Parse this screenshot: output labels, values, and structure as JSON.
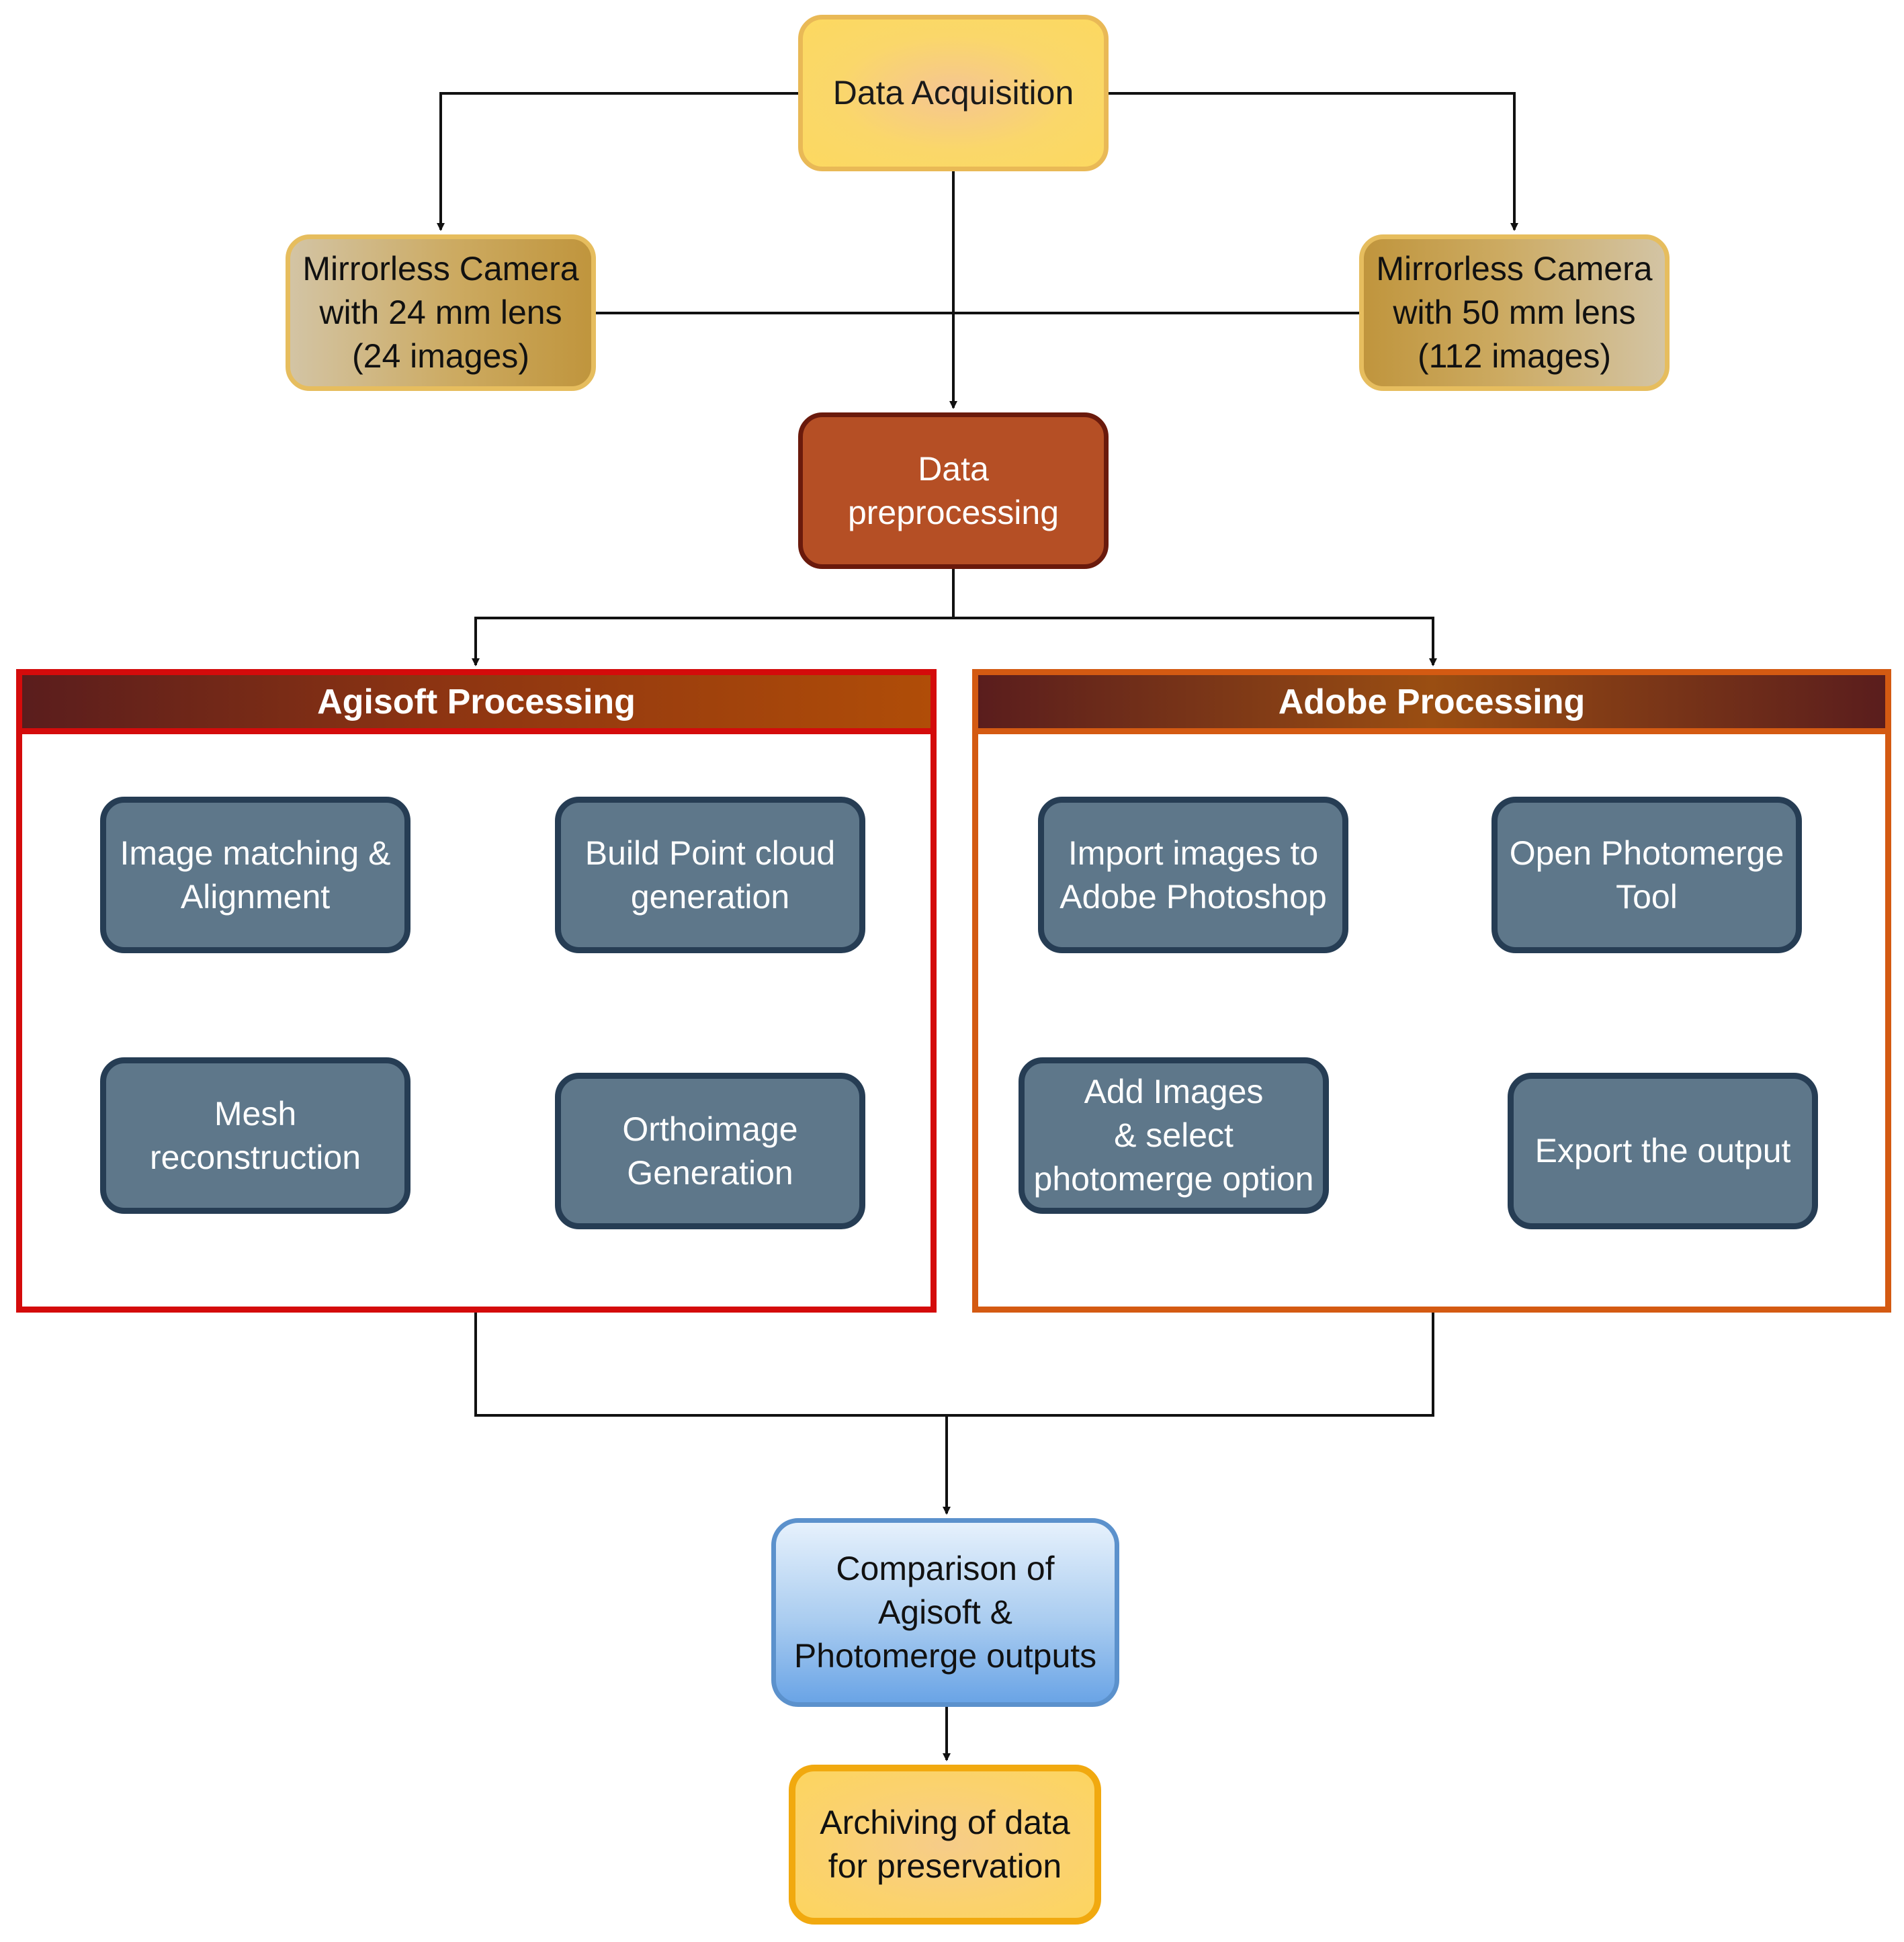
{
  "nodes": {
    "data_acquisition": "Data Acquisition",
    "camera_24": "Mirrorless Camera\nwith 24 mm lens\n(24 images)",
    "camera_50": "Mirrorless Camera\nwith 50 mm lens\n(112 images)",
    "data_preprocessing": "Data\npreprocessing",
    "comparison": "Comparison of\nAgisoft &\nPhotomerge outputs",
    "archiving": "Archiving of data\nfor preservation"
  },
  "agisoft": {
    "title": "Agisoft Processing",
    "steps": [
      "Image matching &\nAlignment",
      "Build Point cloud\ngeneration",
      "Mesh\nreconstruction",
      "Orthoimage\nGeneration"
    ]
  },
  "adobe": {
    "title": "Adobe Processing",
    "steps": [
      "Import images to\nAdobe Photoshop",
      "Open Photomerge\nTool",
      "Add Images\n& select\nphotomerge option",
      "Export the output"
    ]
  },
  "colors": {
    "connector": "#111111",
    "agisoft_border": "#d40b0b",
    "adobe_border": "#d45a12",
    "step_fill": "#5e778a",
    "step_border": "#263d54"
  }
}
